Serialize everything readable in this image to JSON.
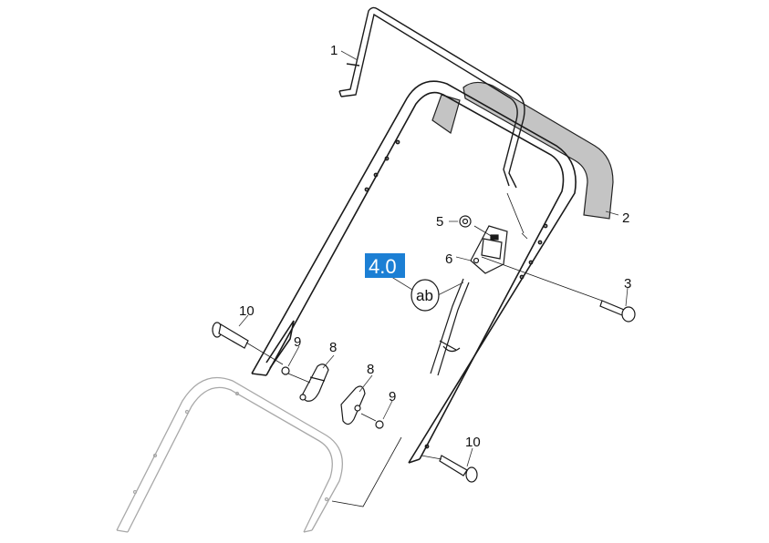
{
  "callouts": {
    "c1": "1",
    "c2": "2",
    "c3": "3",
    "c5": "5",
    "c6": "6",
    "c8a": "8",
    "c8b": "8",
    "c9a": "9",
    "c9b": "9",
    "c10a": "10",
    "c10b": "10"
  },
  "highlight": {
    "text": "4.0",
    "color": "#1c7fd4"
  },
  "cable_tag": {
    "text": "ab"
  }
}
